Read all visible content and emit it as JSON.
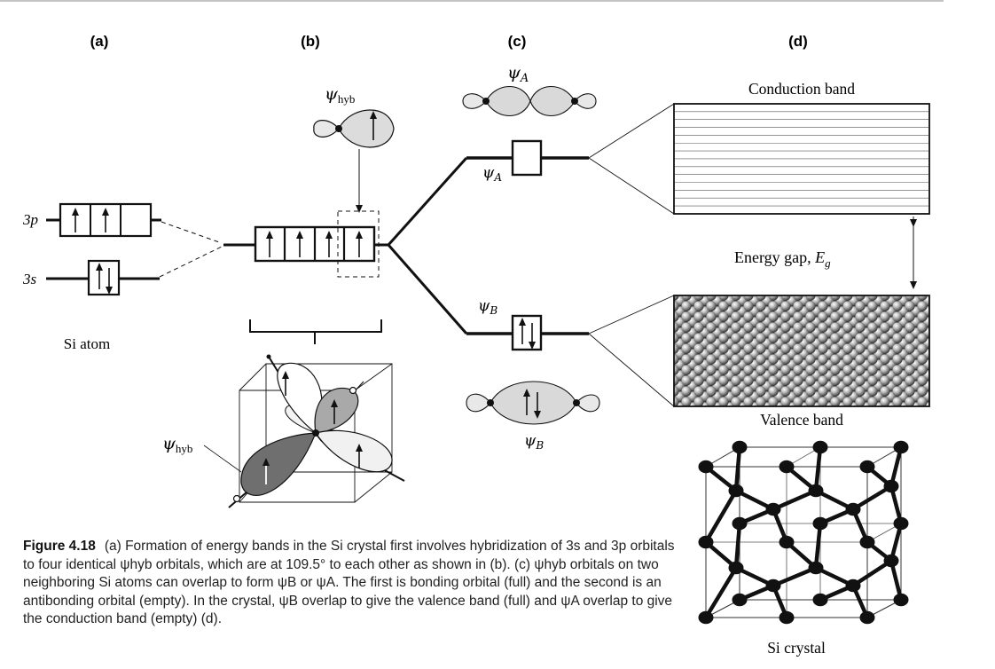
{
  "panels": {
    "a": "(a)",
    "b": "(b)",
    "c": "(c)",
    "d": "(d)"
  },
  "labels": {
    "orbital_3p": "3p",
    "orbital_3s": "3s",
    "si_atom": "Si atom",
    "psi_hyb_top": "ψ",
    "psi_hyb_top_sub": "hyb",
    "psi_hyb_cube": "ψ",
    "psi_hyb_cube_sub": "hyb",
    "psi_A_orbital": "ψ",
    "psi_A_orbital_sub": "A",
    "psi_A_level": "ψ",
    "psi_A_level_sub": "A",
    "psi_B_level": "ψ",
    "psi_B_level_sub": "B",
    "psi_B_orbital": "ψ",
    "psi_B_orbital_sub": "B",
    "conduction_band": "Conduction band",
    "energy_gap": "Energy gap, ",
    "energy_gap_symbol": "E",
    "energy_gap_sub": "g",
    "valence_band": "Valence band",
    "si_crystal": "Si crystal"
  },
  "caption": {
    "figure_number": "Figure 4.18",
    "text": "(a) Formation of energy bands in the Si crystal first involves hybridization of 3s and 3p orbitals to four identical ψhyb orbitals, which are at 109.5° to each other as shown in (b). (c) ψhyb orbitals on two neighboring Si atoms can overlap to form ψB or ψA. The first is bonding orbital (full) and the second is an antibonding orbital (empty). In the crystal, ψB overlap to give the valence band (full) and ψA overlap to give the conduction band (empty) (d)."
  },
  "colors": {
    "line": "#111111",
    "lobe_light": "#e2e2e2",
    "lobe_mid": "#a9a9a9",
    "lobe_dark": "#6f6f6f"
  },
  "icons": {
    "up_arrow": "electron-spin-up-icon",
    "down_arrow": "electron-spin-down-icon"
  }
}
